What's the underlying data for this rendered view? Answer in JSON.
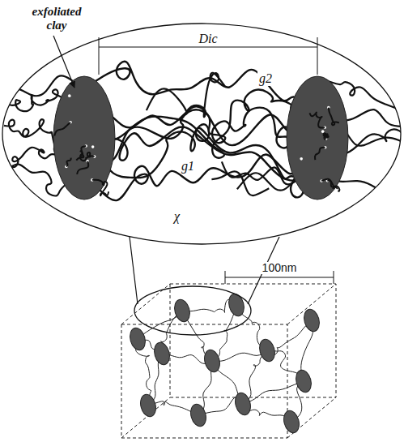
{
  "diagram": {
    "labels": [
      "exfoliated clay",
      "Dic",
      "g2",
      "g1",
      "χ",
      "100nm"
    ]
  }
}
